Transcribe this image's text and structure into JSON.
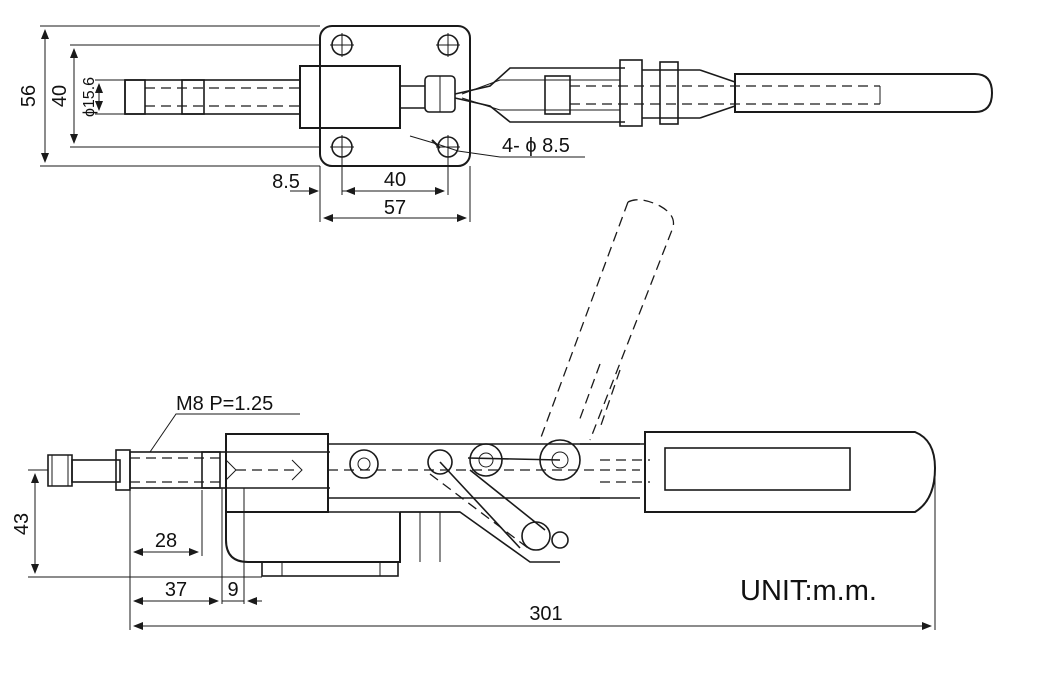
{
  "top_view": {
    "dim_height_outer": "56",
    "dim_height_inner": "40",
    "dim_rod_dia": "ϕ15.6",
    "dim_hole_spacing": "40",
    "dim_edge_offset": "8.5",
    "dim_base_width": "57",
    "callout_holes": "4- ϕ 8.5"
  },
  "side_view": {
    "thread_spec": "M8  P=1.25",
    "dim_height": "43",
    "dim_thread_length": "28",
    "dim_rod_extension": "37",
    "dim_offset": "9",
    "dim_overall_length": "301",
    "unit_note": "UNIT:m.m."
  }
}
